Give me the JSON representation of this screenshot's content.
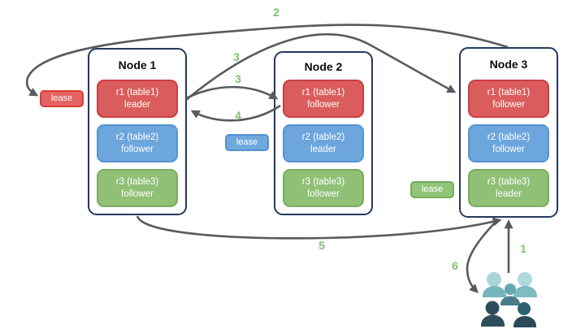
{
  "nodes": [
    {
      "title": "Node 1",
      "replicas": [
        {
          "line1": "r1 (table1)",
          "line2": "leader",
          "color": "red"
        },
        {
          "line1": "r2 (table2)",
          "line2": "follower",
          "color": "blue"
        },
        {
          "line1": "r3 (table3)",
          "line2": "follower",
          "color": "green"
        }
      ]
    },
    {
      "title": "Node 2",
      "replicas": [
        {
          "line1": "r1 (table1)",
          "line2": "follower",
          "color": "red"
        },
        {
          "line1": "r2 (table2)",
          "line2": "leader",
          "color": "blue"
        },
        {
          "line1": "r3 (table3)",
          "line2": "follower",
          "color": "green"
        }
      ]
    },
    {
      "title": "Node 3",
      "replicas": [
        {
          "line1": "r1 (table1)",
          "line2": "follower",
          "color": "red"
        },
        {
          "line1": "r2 (table2)",
          "line2": "follower",
          "color": "blue"
        },
        {
          "line1": "r3 (table3)",
          "line2": "leader",
          "color": "green"
        }
      ]
    }
  ],
  "leases": [
    {
      "label": "lease",
      "color": "red"
    },
    {
      "label": "lease",
      "color": "blue"
    },
    {
      "label": "lease",
      "color": "green"
    }
  ],
  "step_labels": [
    "1",
    "2",
    "3",
    "3",
    "4",
    "5",
    "6"
  ],
  "icons": {
    "users_group": "users-group-icon"
  },
  "colors": {
    "arrow": "#595a5f",
    "step_label": "#7fc270",
    "node_border": "#24395e",
    "red_fill": "#db5c5c",
    "red_border": "#c84040",
    "blue_fill": "#6ca6dc",
    "blue_border": "#5694d1",
    "green_fill": "#8fc076",
    "green_border": "#7bac60",
    "users_light_teal": "#a8d6d8",
    "users_teal": "#76b5bb",
    "users_mid_teal": "#64a9b1",
    "users_slate": "#497c8b",
    "users_dark": "#2e4d5b",
    "users_dark_teal": "#2c6373"
  }
}
